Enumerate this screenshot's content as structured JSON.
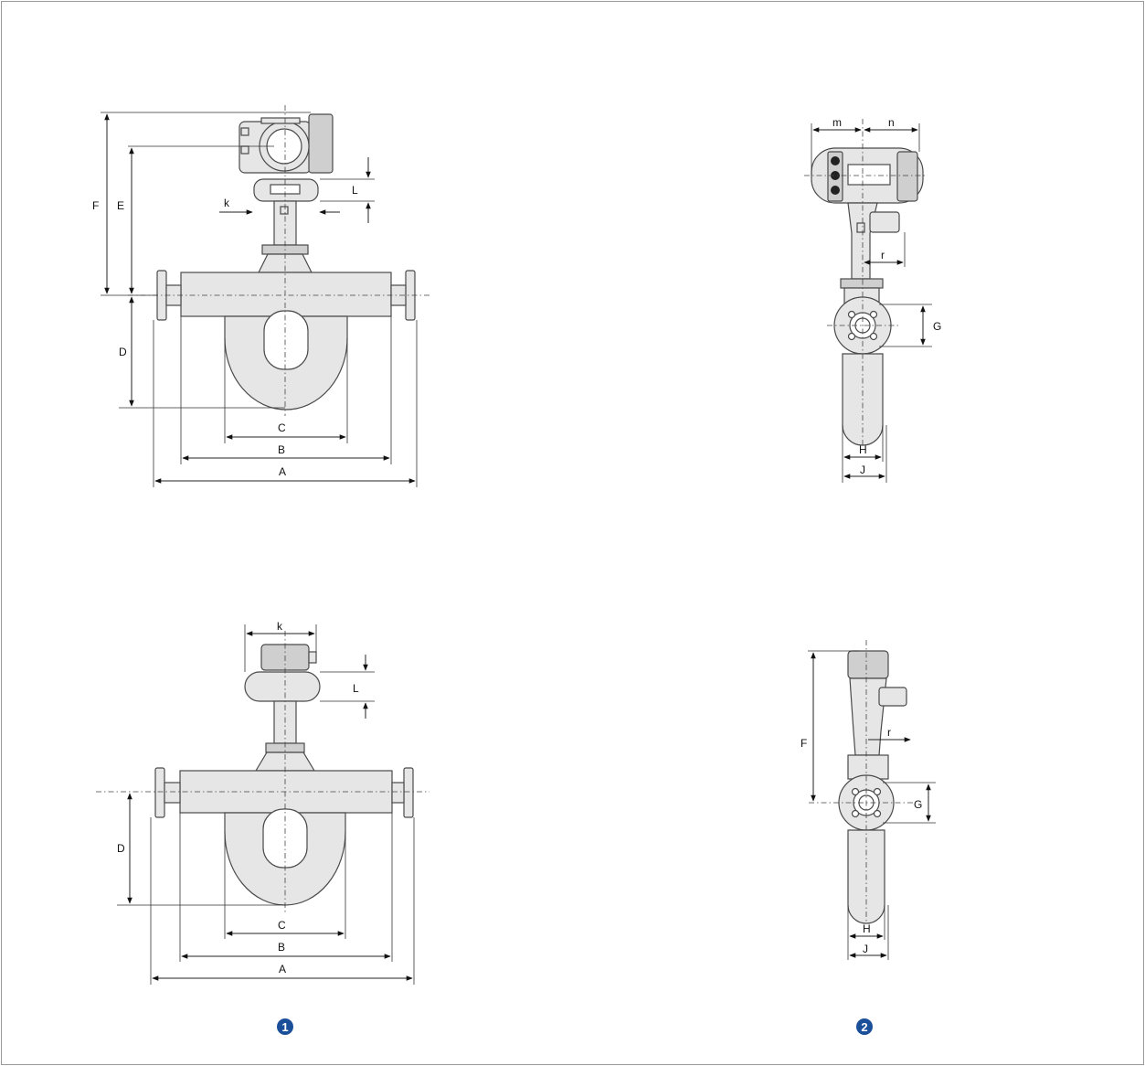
{
  "drawing_1_top": {
    "labels": {
      "A": "A",
      "B": "B",
      "C": "C",
      "D": "D",
      "E": "E",
      "F": "F",
      "k": "k",
      "L": "L"
    }
  },
  "drawing_1_bottom": {
    "labels": {
      "A": "A",
      "B": "B",
      "C": "C",
      "D": "D",
      "k": "k",
      "L": "L"
    }
  },
  "drawing_2_top": {
    "labels": {
      "m": "m",
      "n": "n",
      "r": "r",
      "G": "G",
      "H": "H",
      "J": "J"
    }
  },
  "drawing_2_bottom": {
    "labels": {
      "F": "F",
      "r": "r",
      "G": "G",
      "H": "H",
      "J": "J"
    }
  },
  "badges": {
    "one": "1",
    "two": "2"
  },
  "colors": {
    "badge": "#1b4f9a",
    "part_fill": "#e6e6e6",
    "outline": "#4a4a4a"
  }
}
